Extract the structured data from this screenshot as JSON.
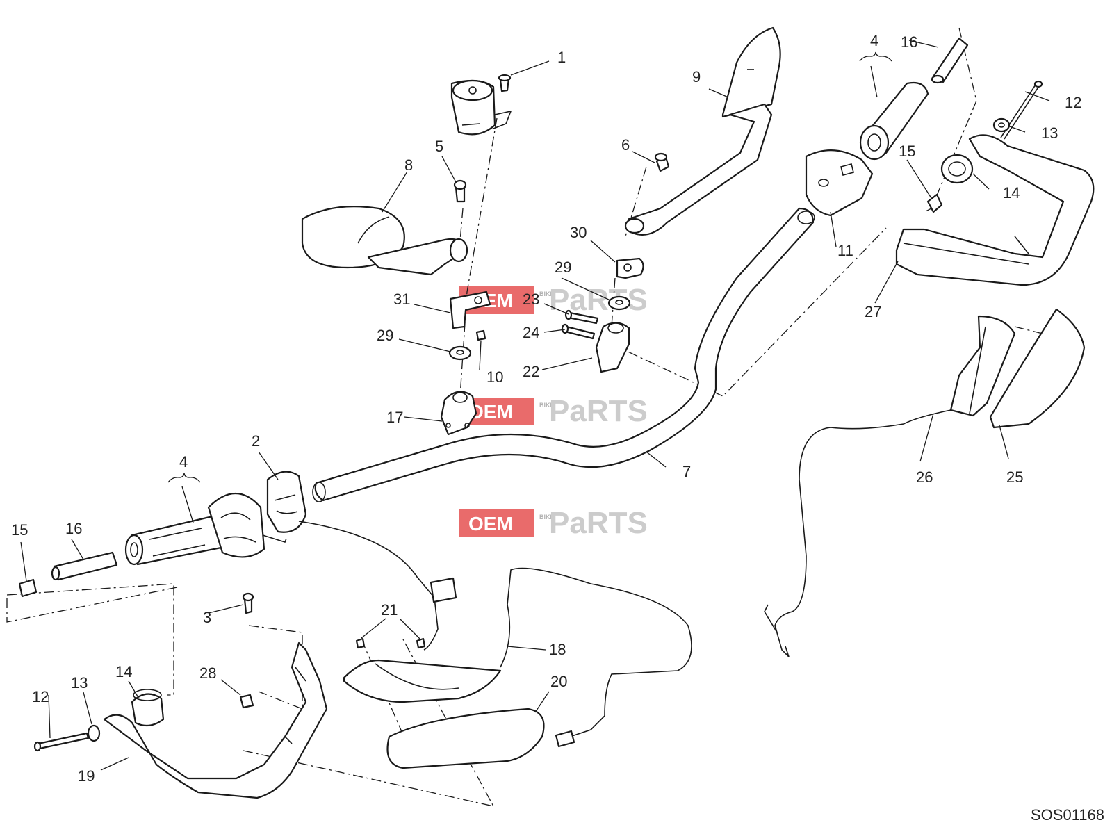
{
  "diagram_code": "SOS01168",
  "watermark": {
    "left": "OEM",
    "mid": "BIKE",
    "right": "PaRTS",
    "color": "#e23a3a"
  },
  "callouts": [
    {
      "id": "c1",
      "text": "1"
    },
    {
      "id": "c2",
      "text": "2"
    },
    {
      "id": "c3",
      "text": "3"
    },
    {
      "id": "c4a",
      "text": "4"
    },
    {
      "id": "c4b",
      "text": "4"
    },
    {
      "id": "c5",
      "text": "5"
    },
    {
      "id": "c6",
      "text": "6"
    },
    {
      "id": "c7",
      "text": "7"
    },
    {
      "id": "c8",
      "text": "8"
    },
    {
      "id": "c9",
      "text": "9"
    },
    {
      "id": "c10",
      "text": "10"
    },
    {
      "id": "c11",
      "text": "11"
    },
    {
      "id": "c12a",
      "text": "12"
    },
    {
      "id": "c12b",
      "text": "12"
    },
    {
      "id": "c13a",
      "text": "13"
    },
    {
      "id": "c13b",
      "text": "13"
    },
    {
      "id": "c14a",
      "text": "14"
    },
    {
      "id": "c14b",
      "text": "14"
    },
    {
      "id": "c15a",
      "text": "15"
    },
    {
      "id": "c15b",
      "text": "15"
    },
    {
      "id": "c16a",
      "text": "16"
    },
    {
      "id": "c16b",
      "text": "16"
    },
    {
      "id": "c17",
      "text": "17"
    },
    {
      "id": "c18",
      "text": "18"
    },
    {
      "id": "c19",
      "text": "19"
    },
    {
      "id": "c20",
      "text": "20"
    },
    {
      "id": "c21",
      "text": "21"
    },
    {
      "id": "c22",
      "text": "22"
    },
    {
      "id": "c23",
      "text": "23"
    },
    {
      "id": "c24",
      "text": "24"
    },
    {
      "id": "c25",
      "text": "25"
    },
    {
      "id": "c26",
      "text": "26"
    },
    {
      "id": "c27",
      "text": "27"
    },
    {
      "id": "c28",
      "text": "28"
    },
    {
      "id": "c29a",
      "text": "29"
    },
    {
      "id": "c29b",
      "text": "29"
    },
    {
      "id": "c30",
      "text": "30"
    },
    {
      "id": "c31",
      "text": "31"
    }
  ]
}
